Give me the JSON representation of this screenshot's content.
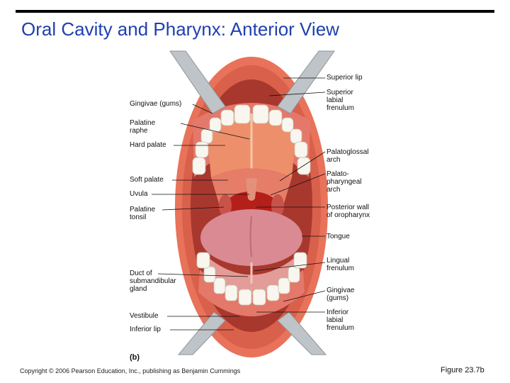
{
  "title": "Oral Cavity and Pharynx: Anterior View",
  "labels_left": [
    {
      "id": "gingivae-upper",
      "text": "Gingivae (gums)"
    },
    {
      "id": "palatine-raphe",
      "text": "Palatine\nraphe"
    },
    {
      "id": "hard-palate",
      "text": "Hard palate"
    },
    {
      "id": "soft-palate",
      "text": "Soft palate"
    },
    {
      "id": "uvula",
      "text": "Uvula"
    },
    {
      "id": "palatine-tonsil",
      "text": "Palatine\ntonsil"
    },
    {
      "id": "submandibular-duct",
      "text": "Duct of\nsubmandibular\ngland"
    },
    {
      "id": "vestibule",
      "text": "Vestibule"
    },
    {
      "id": "inferior-lip",
      "text": "Inferior lip"
    }
  ],
  "labels_right": [
    {
      "id": "superior-lip",
      "text": "Superior lip"
    },
    {
      "id": "superior-labial-frenulum",
      "text": "Superior\nlabial\nfrenulum"
    },
    {
      "id": "palatoglossal-arch",
      "text": "Palatoglossal\narch"
    },
    {
      "id": "palatopharyngeal-arch",
      "text": "Palato-\npharyngeal\narch"
    },
    {
      "id": "posterior-wall",
      "text": "Posterior wall\nof oropharynx"
    },
    {
      "id": "tongue",
      "text": "Tongue"
    },
    {
      "id": "lingual-frenulum",
      "text": "Lingual\nfrenulum"
    },
    {
      "id": "gingivae-lower",
      "text": "Gingivae\n(gums)"
    },
    {
      "id": "inferior-labial-frenulum",
      "text": "Inferior\nlabial\nfrenulum"
    }
  ],
  "panel_letter": "(b)",
  "copyright": "Copyright © 2006 Pearson Education, Inc., publishing as Benjamin Cummings",
  "figure_number": "Figure 23.7b",
  "colors": {
    "title": "#1f3fb0",
    "lip": "#e8735a",
    "palate": "#e9896a",
    "tongue": "#d98a92",
    "teeth": "#f8f6ee",
    "throat": "#b51f1a",
    "retractor": "#bfc4c9"
  }
}
